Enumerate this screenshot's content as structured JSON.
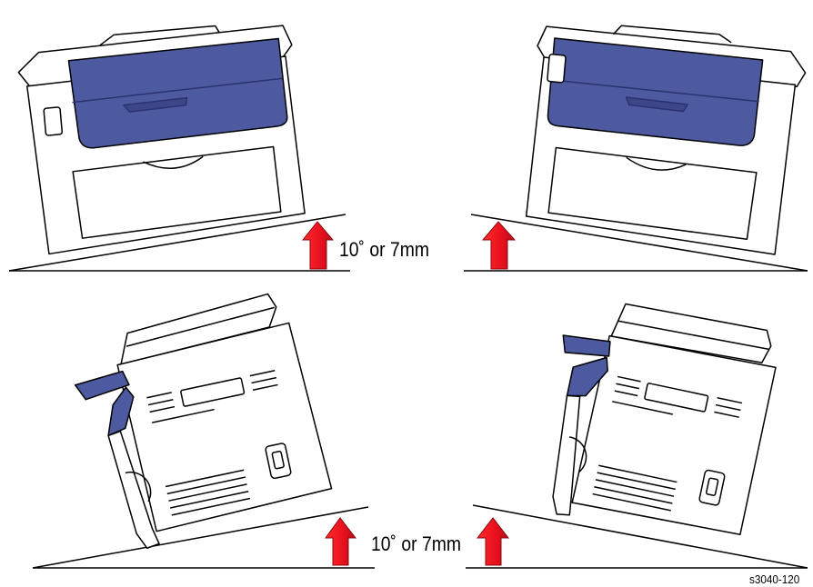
{
  "labels": {
    "top_tilt": "10˚ or 7mm",
    "bottom_tilt": "10˚ or 7mm",
    "figure_id": "s3040-120"
  },
  "colors": {
    "panel_blue": "#4d5aa0",
    "panel_blue_dark": "#3c4788",
    "arrow_red": "#e8101e",
    "arrow_red_dark": "#a30d18",
    "outline": "#000000",
    "fill": "#ffffff"
  },
  "icons": {
    "arrow": "up-arrow-icon",
    "printer_front": "printer-front-view",
    "printer_side": "printer-side-view"
  }
}
